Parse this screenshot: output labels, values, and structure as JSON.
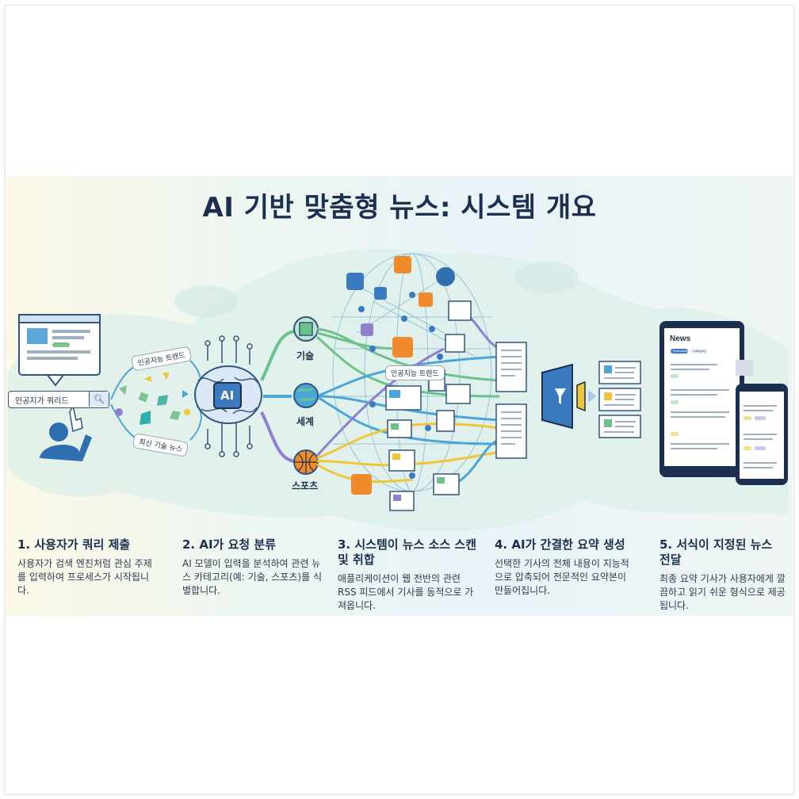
{
  "title": "AI 기반 맞춤형 뉴스: 시스템 개요",
  "search_query": "인공지가 쿼리드",
  "query_tags": [
    "인공지능 트렌드",
    "최신 기술 뉴스"
  ],
  "ai_label": "AI",
  "categories": [
    "기술",
    "세계",
    "스포츠"
  ],
  "network_tag": "인공지능 트렌드",
  "device": {
    "app_title": "News",
    "tabs": [
      "Summaries",
      "Category"
    ]
  },
  "steps": [
    {
      "title": "1. 사용자가 쿼리 제출",
      "desc": "사용자가 검색 엔진처럼 관심 주제를 입력하여 프로세스가 시작됩니다."
    },
    {
      "title": "2. AI가 요청 분류",
      "desc": "AI 모델이 입력을 분석하여 관련 뉴스 카테고리(예: 기술, 스포츠)를 식별합니다."
    },
    {
      "title": "3. 시스템이 뉴스 소스 스캔 및 취합",
      "desc": "애플리케이션이 웹 전반의 관련 RSS 피드에서 기사를 동적으로 가져옵니다."
    },
    {
      "title": "4. AI가 간결한 요약 생성",
      "desc": "선택한 기사의 전체 내용이 지능적으로 압축되어 전문적인 요약본이 만들어집니다."
    },
    {
      "title": "5. 서식이 지정된 뉴스 전달",
      "desc": "최종 요약 기사가 사용자에게 깔끔하고 읽기 쉬운 형식으로 제공됩니다."
    }
  ],
  "colors": {
    "navy": "#1c2f50",
    "green": "#6cc28a",
    "blue": "#4aa6d8",
    "purple": "#8f7fcf",
    "yellow": "#f0c53a",
    "orange": "#f08a2b"
  }
}
